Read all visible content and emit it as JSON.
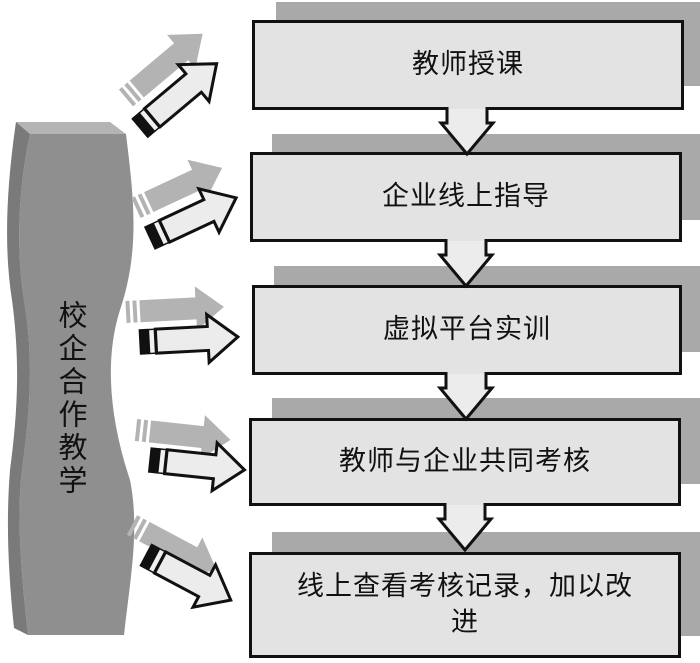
{
  "diagram": {
    "source_label": "校企合作教学",
    "steps": [
      {
        "id": "step-1",
        "label": "教师授课"
      },
      {
        "id": "step-2",
        "label": "企业线上指导"
      },
      {
        "id": "step-3",
        "label": "虚拟平台实训"
      },
      {
        "id": "step-4",
        "label": "教师与企业共同考核"
      },
      {
        "id": "step-5",
        "label": "线上查看考核记录，加以改进"
      }
    ],
    "colors": {
      "banner": "#8f8f8f",
      "banner_top": "#b4b4b4",
      "box_fill": "#e3e3e3",
      "box_shadow": "#a9a9a9",
      "outline": "#111111",
      "arrow_fill": "#ececec",
      "arrow_shadow": "#b3b3b3"
    }
  }
}
